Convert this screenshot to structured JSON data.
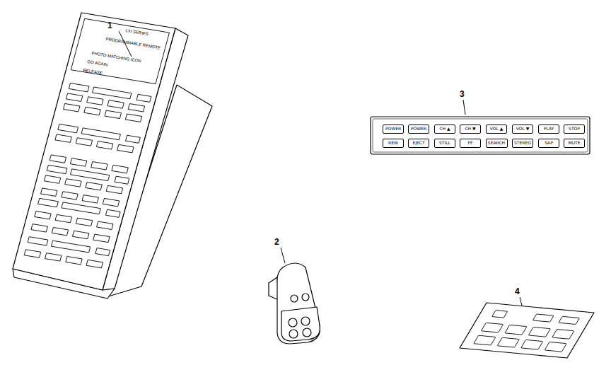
{
  "diagram": {
    "nodes": [
      {
        "text": [
          "POWER"
        ]
      },
      {
        "text": [
          "POWER"
        ]
      },
      {
        "text": [
          "CH ▲"
        ]
      },
      {
        "text": [
          "CH ▼"
        ]
      },
      {
        "text": [
          "VOL ▲"
        ]
      },
      {
        "text": [
          "VOL ▼"
        ]
      },
      {
        "text": [
          "PLAY"
        ]
      },
      {
        "text": [
          "STOP"
        ]
      },
      {
        "text": [
          "REW"
        ]
      },
      {
        "text": [
          "EJECT"
        ]
      },
      {
        "text": [
          "STILL"
        ]
      },
      {
        "text": [
          "FF"
        ]
      },
      {
        "text": [
          "SEARCH"
        ]
      },
      {
        "text": [
          "STEREO"
        ]
      },
      {
        "text": [
          "SAP"
        ]
      },
      {
        "text": [
          "MUTE"
        ]
      }
    ],
    "labels": [
      "1",
      "2",
      "3",
      "4",
      "LXI SERIES",
      "PROGRAMMABLE REMOTE",
      "PHOTO MATCHING ICON",
      "GO AGAIN",
      "RELEASE"
    ]
  }
}
